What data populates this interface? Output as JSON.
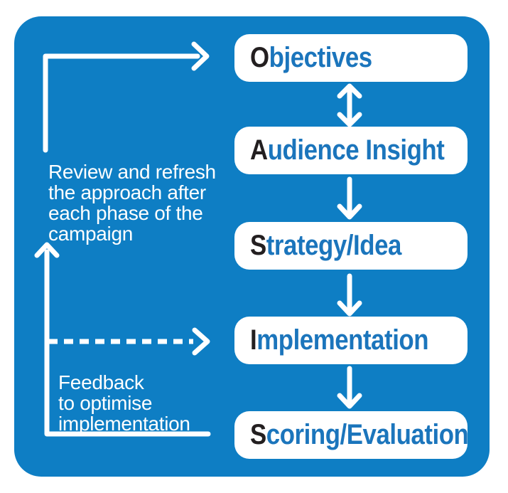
{
  "colors": {
    "panel_blue": "#0e7ec4",
    "stage_label_blue": "#1b75bc",
    "stage_initial_dark": "#231f20",
    "arrow_white": "#ffffff"
  },
  "stages": [
    {
      "initial": "O",
      "rest": "bjectives"
    },
    {
      "initial": "A",
      "rest": "udience Insight"
    },
    {
      "initial": "S",
      "rest": "trategy/Idea"
    },
    {
      "initial": "I",
      "rest": "mplementation"
    },
    {
      "initial": "S",
      "rest": "coring/Evaluation"
    }
  ],
  "notes": {
    "review": {
      "lines": [
        "Review and refresh",
        "the approach after",
        "each phase of the",
        "campaign"
      ]
    },
    "feedback": {
      "lines": [
        "Feedback",
        "to optimise",
        "implementation"
      ]
    }
  },
  "arrows": {
    "review_loop": "right-angle-arrow-into-objectives-icon",
    "feedback_return": "up-arrow-from-scoring-icon",
    "feedback_dashed": "dashed-right-arrow-into-implementation-icon",
    "objectives_audience": "double-headed-vertical-arrow-icon",
    "audience_strategy": "down-arrow-icon",
    "strategy_implementation": "down-arrow-icon",
    "implementation_scoring": "down-arrow-icon"
  }
}
